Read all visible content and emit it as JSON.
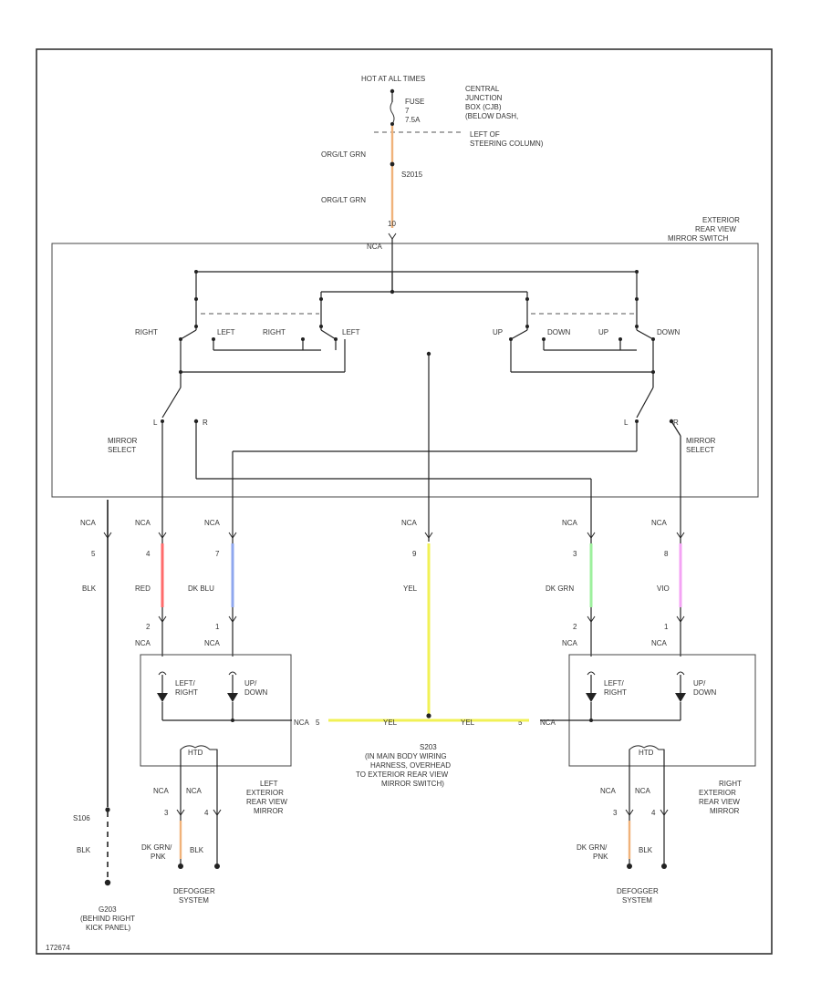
{
  "top": {
    "source": "HOT AT ALL TIMES",
    "fuse": "FUSE",
    "fuse_num": "7",
    "fuse_amp": "7.5A",
    "cjb": [
      "CENTRAL",
      "JUNCTION",
      "BOX (CJB)",
      "(BELOW DASH,",
      "LEFT OF",
      "STEERING COLUMN)"
    ],
    "wire1": "ORG/LT GRN",
    "splice": "S2015",
    "wire2": "ORG/LT GRN",
    "pin_top": "10",
    "nca": "NCA"
  },
  "switch": {
    "title": [
      "EXTERIOR",
      "REAR VIEW",
      "MIRROR SWITCH"
    ],
    "right1": "RIGHT",
    "left1": "LEFT",
    "right2": "RIGHT",
    "left2": "LEFT",
    "up1": "UP",
    "down1": "DOWN",
    "up2": "UP",
    "down2": "DOWN",
    "l_left": "L",
    "r_left": "R",
    "l_right": "L",
    "r_right": "R",
    "sel_left": [
      "MIRROR",
      "SELECT"
    ],
    "sel_right": [
      "MIRROR",
      "SELECT"
    ]
  },
  "cols": [
    {
      "nca": "NCA",
      "pin": "5",
      "wire": "BLK"
    },
    {
      "nca": "NCA",
      "pin": "4",
      "wire": "RED",
      "pin2": "2",
      "nca2": "NCA"
    },
    {
      "nca": "NCA",
      "pin": "7",
      "wire": "DK BLU",
      "pin2": "1",
      "nca2": "NCA"
    },
    {
      "nca": "NCA",
      "pin": "9",
      "wire": "YEL"
    },
    {
      "nca": "NCA",
      "pin": "3",
      "wire": "DK GRN",
      "pin2": "2",
      "nca2": "NCA"
    },
    {
      "nca": "NCA",
      "pin": "8",
      "wire": "VIO",
      "pin2": "1",
      "nca2": "NCA"
    }
  ],
  "mirrors": {
    "lr": [
      "LEFT/",
      "RIGHT"
    ],
    "ud": [
      "UP/",
      "DOWN"
    ],
    "lr2": [
      "LEFT/",
      "RIGHT"
    ],
    "ud2": [
      "UP/",
      "DOWN"
    ],
    "left_name": [
      "LEFT",
      "EXTERIOR",
      "REAR VIEW",
      "MIRROR"
    ],
    "right_name": [
      "RIGHT",
      "EXTERIOR",
      "REAR VIEW",
      "MIRROR"
    ],
    "heat": "HTD",
    "heat2": "HTD",
    "nca_l": "NCA",
    "nca_r": "NCA",
    "pin3_l": "3",
    "pin3_r": "3",
    "p_l1": "NCA",
    "p_l2": "NCA",
    "p_l3": "3",
    "p_l4": "4",
    "p_r1": "NCA",
    "p_r2": "NCA",
    "p_r3": "3",
    "p_r4": "4",
    "dkgrn_l": [
      "DK GRN/",
      "PNK"
    ],
    "blk_l": "BLK",
    "dkgrn_r": [
      "DK GRN/",
      "PNK"
    ],
    "blk_r": "BLK",
    "defog_l": [
      "DEFOGGER",
      "SYSTEM"
    ],
    "defog_r": [
      "DEFOGGER",
      "SYSTEM"
    ]
  },
  "center": {
    "yel1": "YEL",
    "yel2": "YEL",
    "p_left": "5",
    "p_right": "5",
    "splice": "S203",
    "desc": [
      "(IN MAIN BODY WIRING",
      "HARNESS, OVERHEAD",
      "TO EXTERIOR REAR VIEW",
      "MIRROR SWITCH)"
    ]
  },
  "ground": {
    "s_label": "S106",
    "wire": "BLK",
    "g_label": "G203",
    "g_desc": [
      "(BEHIND RIGHT",
      "KICK PANEL)"
    ]
  },
  "code": "172674"
}
